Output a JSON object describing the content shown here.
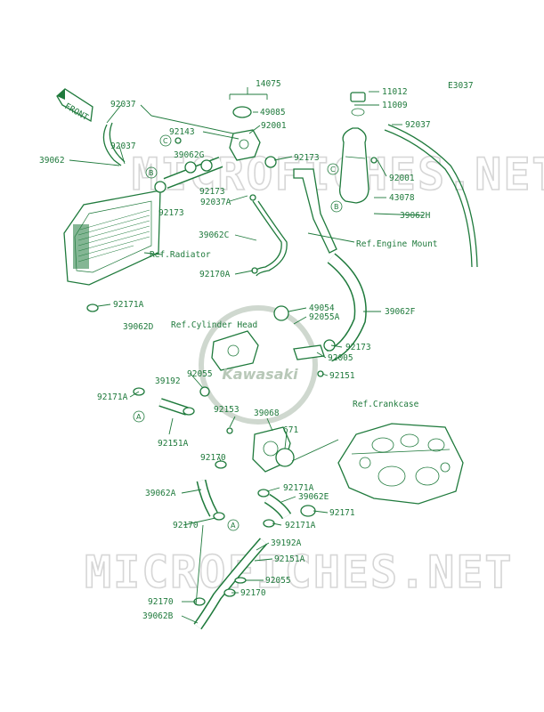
{
  "diagram_code": "E3037",
  "front_label": "FRONT",
  "watermark": "MICROFICHES.NET",
  "brand": "Kawasaki",
  "refs": {
    "radiator": "Ref.Radiator",
    "engine_mount": "Ref.Engine Mount",
    "cylinder_head": "Ref.Cylinder Head",
    "crankcase": "Ref.Crankcase"
  },
  "callouts": {
    "A": "A",
    "B": "B",
    "C": "C"
  },
  "part_numbers": {
    "p14075": "14075",
    "p11012": "11012",
    "p11009": "11009",
    "p49085": "49085",
    "p92001_top": "92001",
    "p92037_topright": "92037",
    "p92037_topleft": "92037",
    "p92143": "92143",
    "p92037_left": "92037",
    "p39062": "39062",
    "p39062G": "39062G",
    "p92173_top": "92173",
    "p92001_right": "92001",
    "p92173_left": "92173",
    "p92173_mid": "92173",
    "p92037A": "92037A",
    "p43078": "43078",
    "p39062H": "39062H",
    "p39062C": "39062C",
    "p92170A": "92170A",
    "p92171A_left": "92171A",
    "p49054": "49054",
    "p92055A": "92055A",
    "p39062F": "39062F",
    "p39062D": "39062D",
    "p92173_low": "92173",
    "p92005": "92005",
    "p92151": "92151",
    "p92055_mid": "92055",
    "p39192": "39192",
    "p92171A_mid": "92171A",
    "p92153": "92153",
    "p39068": "39068",
    "p671": "671",
    "p92151A_left": "92151A",
    "p92170_mid": "92170",
    "p92171A_r1": "92171A",
    "p39062E": "39062E",
    "p92171": "92171",
    "p39062A": "39062A",
    "p92170_low": "92170",
    "p92171A_r2": "92171A",
    "p39192A": "39192A",
    "p92151A_right": "92151A",
    "p92055_low": "92055",
    "p92170_bl": "92170",
    "p92170_br": "92170",
    "p39062B": "39062B"
  }
}
